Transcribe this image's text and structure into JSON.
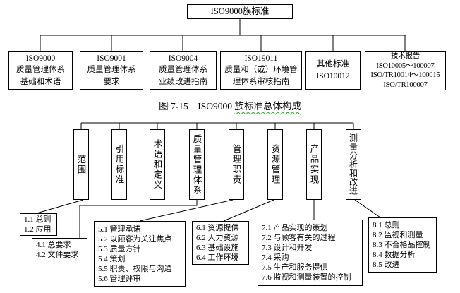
{
  "colors": {
    "line": "#000000",
    "background": "#ffffff",
    "spellcheck_underline": "#22aa22"
  },
  "figure": {
    "caption_prefix": "图 7-15　ISO9000 ",
    "caption_underlined": "族标准总体构成"
  },
  "top_tree": {
    "root": "ISO9000族标准",
    "children": [
      {
        "lines": [
          "ISO9000",
          "质量管理体系",
          "基础和术语"
        ]
      },
      {
        "lines": [
          "ISO9001",
          "质量管理体系",
          "要求"
        ]
      },
      {
        "lines": [
          "ISO9004",
          "质量管理体系",
          "业绩改进指南"
        ]
      },
      {
        "lines": [
          "ISO19011",
          "质量和（或）环境管",
          "理体系审核指南"
        ]
      },
      {
        "lines": [
          "其他标准",
          "ISO10012"
        ]
      },
      {
        "lines": [
          "技术报告",
          "ISO10005～100007",
          "ISO/TR10014～100015",
          "ISO/TR100007"
        ]
      }
    ]
  },
  "bottom_tree": {
    "clauses": [
      "范围",
      "引用标准",
      "术语和定义",
      "质量管理体系",
      "管理职责",
      "资源管理",
      "产品实现",
      "测量分析和改进"
    ],
    "details": [
      {
        "items": [
          "1.1 总则",
          "1.2 应用"
        ]
      },
      {
        "items": [
          "4.1 总要求",
          "4.2 文件要求"
        ]
      },
      {
        "items": [
          "5.1 管理承诺",
          "5.2 以顾客为关注焦点",
          "5.3 质量方针",
          "5.4 策划",
          "5.5 职责、权限与沟通",
          "5.6 管理评审"
        ]
      },
      {
        "items": [
          "6.1 资源提供",
          "6.2 人力资源",
          "6.3 基础设施",
          "6.4 工作环境"
        ]
      },
      {
        "items": [
          "7.1 产品实现的策划",
          "7.2 与顾客有关的过程",
          "7.3 设计和开发",
          "7.4 采购",
          "7.5 生产和服务提供",
          "7.6 监视和测量装置的控制"
        ]
      },
      {
        "items": [
          "8.1 总则",
          "8.2 监视和测量",
          "8.3 不合格品控制",
          "8.4 数据分析",
          "8.5 改进"
        ]
      }
    ]
  }
}
